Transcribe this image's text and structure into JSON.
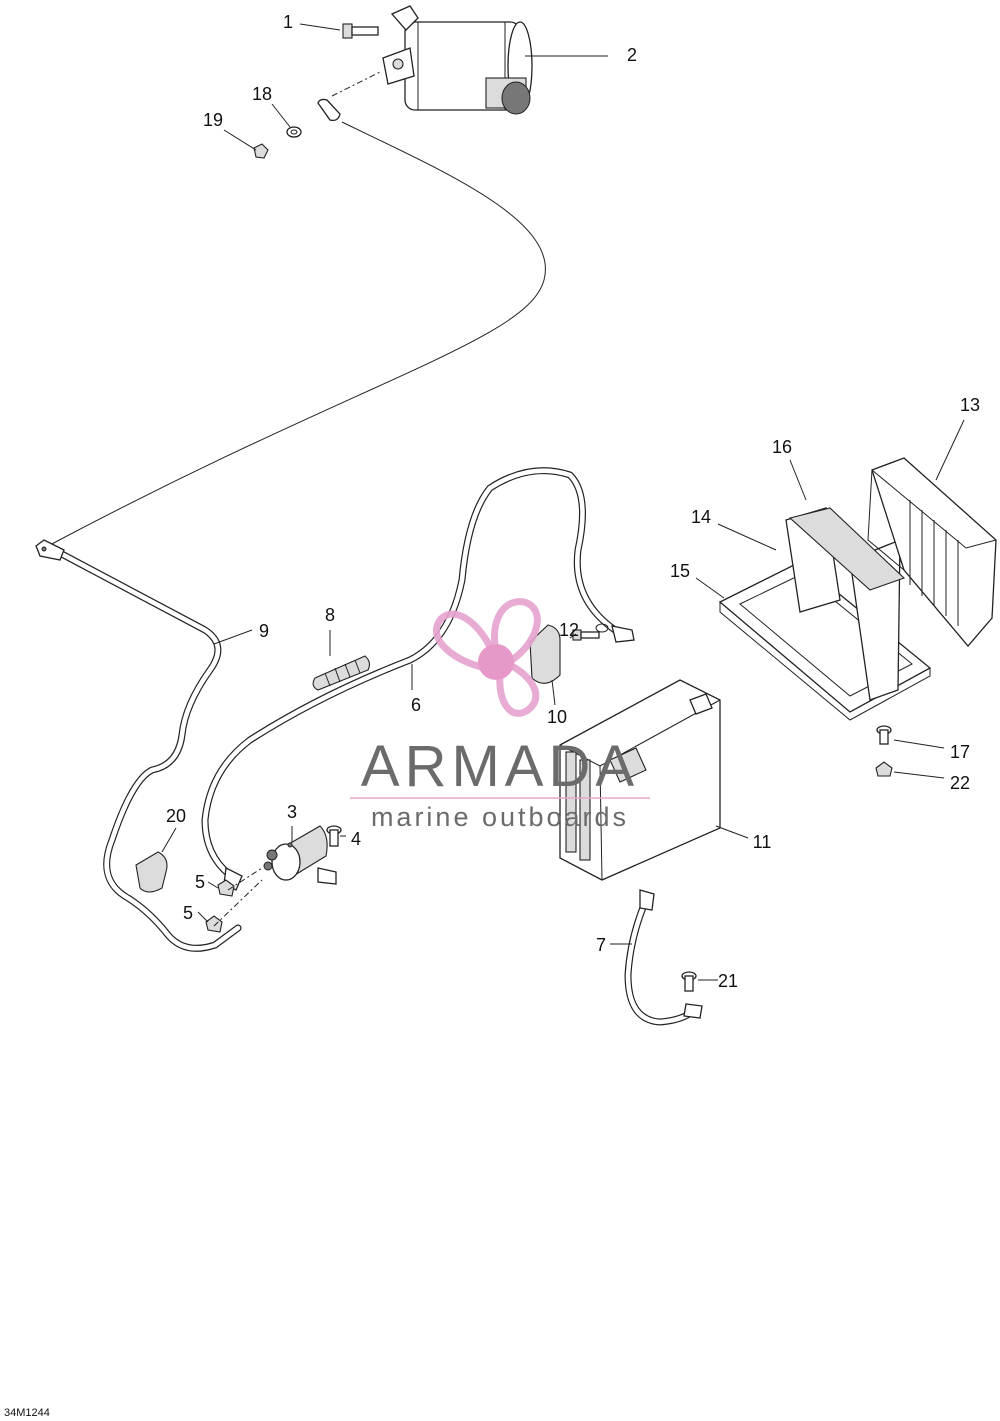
{
  "diagram": {
    "figure_code": "34M1244",
    "callouts": [
      "1",
      "2",
      "3",
      "4",
      "5",
      "5",
      "6",
      "7",
      "8",
      "9",
      "10",
      "11",
      "12",
      "13",
      "14",
      "15",
      "16",
      "17",
      "18",
      "19",
      "20",
      "21",
      "22"
    ]
  },
  "watermark": {
    "brand": "ARMADA",
    "tagline": "marine outboards",
    "brand_color": "#6b6b6b",
    "logo_color": "#e6a3cf",
    "logo_core_color": "#e48fc3"
  }
}
